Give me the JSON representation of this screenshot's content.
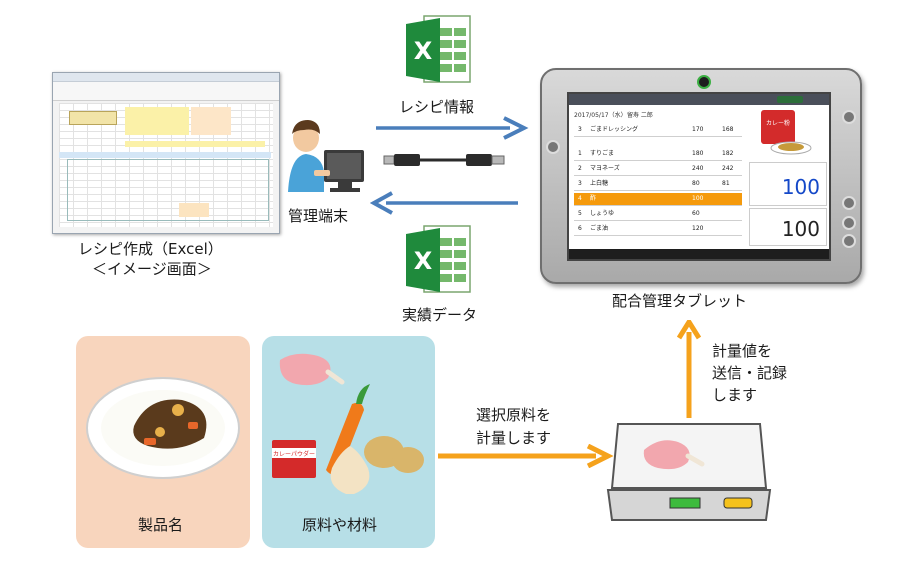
{
  "labels": {
    "excel_caption_1": "レシピ作成（Excel）",
    "excel_caption_2": "＜イメージ画面＞",
    "management_terminal": "管理端末",
    "recipe_info": "レシピ情報",
    "actual_data": "実績データ",
    "tablet_caption": "配合管理タブレット",
    "product_name": "製品名",
    "materials": "原料や材料",
    "weigh_line1": "選択原料を",
    "weigh_line2": "計量します",
    "send_line1": "計量値を",
    "send_line2": "送信・記録",
    "send_line3": "します"
  },
  "excel_icon": {
    "letter": "X"
  },
  "can_label": "カレーパウダー",
  "tablet": {
    "date": "2017/05/17（水）",
    "operator": "留寿 二郎",
    "top_row": {
      "no": "3",
      "name": "ごまドレッシング",
      "v1": "170",
      "v2": "168"
    },
    "rows": [
      {
        "no": "1",
        "name": "すりごま",
        "v1": "180",
        "v2": "182",
        "active": false
      },
      {
        "no": "2",
        "name": "マヨネーズ",
        "v1": "240",
        "v2": "242",
        "active": false
      },
      {
        "no": "3",
        "name": "上白糖",
        "v1": "80",
        "v2": "81",
        "active": false
      },
      {
        "no": "4",
        "name": "酢",
        "v1": "100",
        "v2": "",
        "active": true
      },
      {
        "no": "5",
        "name": "しょうゆ",
        "v1": "60",
        "v2": "",
        "active": false
      },
      {
        "no": "6",
        "name": "ごま油",
        "v1": "120",
        "v2": "",
        "active": false
      }
    ],
    "big_value_1": "100",
    "big_value_2": "100",
    "product_can_text": "カレー粉"
  },
  "colors": {
    "arrow_blue": "#4a7ebb",
    "arrow_orange": "#f5a21c",
    "panel_orange": "#f8d5bd",
    "panel_blue": "#b7dfe7",
    "excel_green": "#1f8a3c",
    "tablet_active_row": "#f59a0c"
  }
}
